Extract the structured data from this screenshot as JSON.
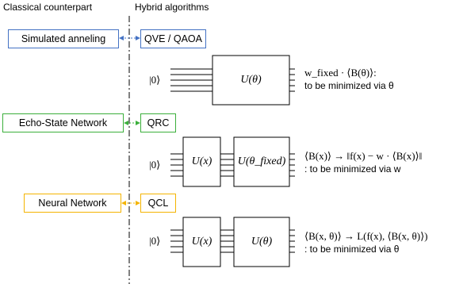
{
  "headers": {
    "classical": "Classical counterpart",
    "hybrid": "Hybrid algorithms"
  },
  "rows": [
    {
      "classical": "Simulated anneling",
      "hybrid": "QVE / QAOA",
      "color": "#4472C4",
      "ket": "|0⟩",
      "gates": [
        "U(θ)"
      ],
      "output_line1": "w_fixed · ⟨B(θ)⟩:",
      "output_line2": "to be minimized via θ"
    },
    {
      "classical": "Echo-State Network",
      "hybrid": "QRC",
      "color": "#3BAF3B",
      "ket": "|0⟩",
      "gates": [
        "U(x)",
        "U(θ_fixed)"
      ],
      "output_line1": "⟨B(x)⟩ → ‖f(x) − w · ⟨B(x)⟩‖",
      "output_line2": ": to be minimized via w"
    },
    {
      "classical": "Neural Network",
      "hybrid": "QCL",
      "color": "#F4B400",
      "ket": "|0⟩",
      "gates": [
        "U(x)",
        "U(θ)"
      ],
      "output_line1": "⟨B(x, θ)⟩ → L(f(x), ⟨B(x, θ)⟩)",
      "output_line2": ": to be minimized via θ"
    }
  ]
}
